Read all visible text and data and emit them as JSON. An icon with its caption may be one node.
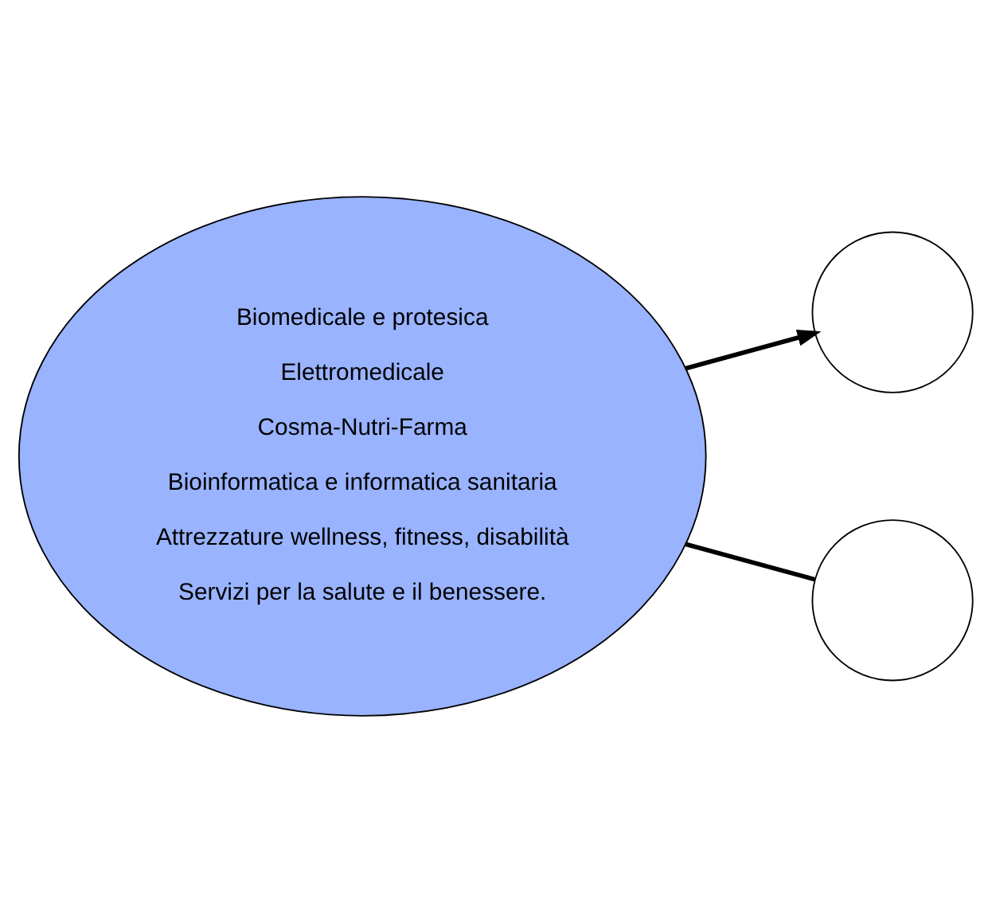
{
  "diagram": {
    "nodes": [
      {
        "text": [
          "Biomedicale e protesica",
          "Elettromedicale",
          "Cosma-Nutri-Farma",
          "Bioinformatica e informatica sanitaria",
          "Attrezzature wellness, fitness, disabilità",
          "Servizi per la salute e il benessere."
        ]
      },
      {
        "text": [],
        "shape": "circle"
      },
      {
        "text": [],
        "shape": "circle"
      }
    ],
    "edges": [
      {
        "from": 0,
        "to": 1,
        "arrow": "to"
      },
      {
        "from": 0,
        "to": 2,
        "arrow": "none"
      }
    ]
  }
}
